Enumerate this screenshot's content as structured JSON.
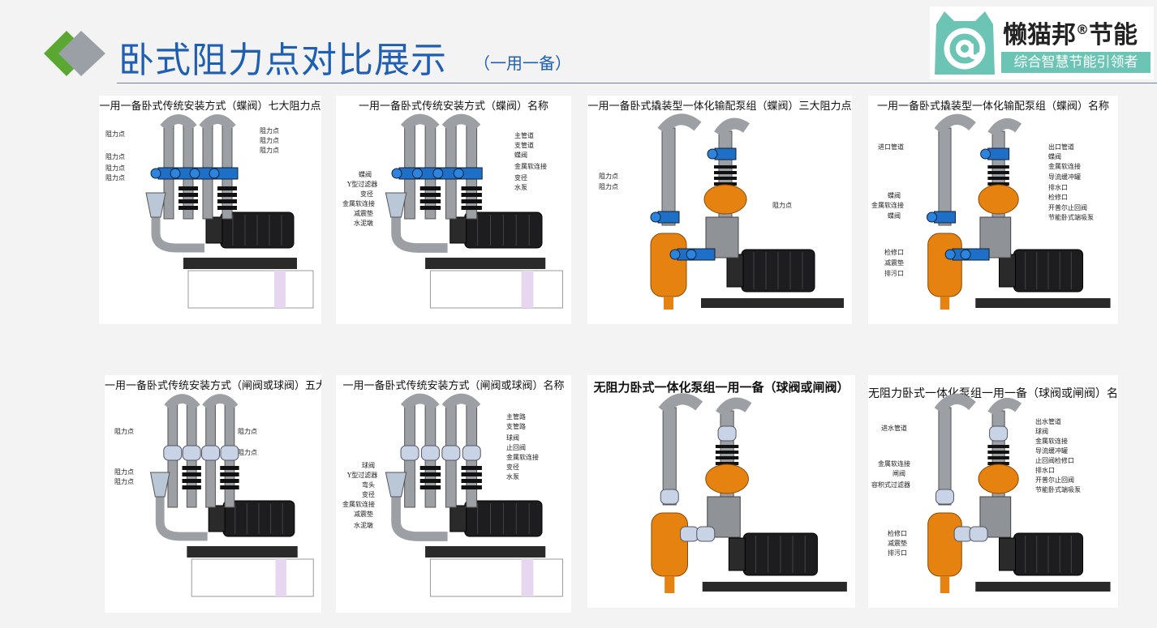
{
  "header": {
    "title": "卧式阻力点对比展示",
    "subtitle": "（一用一备）"
  },
  "brand": {
    "name": "懒猫邦",
    "reg": "®",
    "name2": "节能",
    "slogan": "综合智慧节能引领者"
  },
  "colors": {
    "accent_green": "#5aa832",
    "accent_grey": "#9aa0a6",
    "title_blue": "#1f5fb3",
    "valve_blue": "#1e6fc8",
    "tank_orange": "#e6820f"
  },
  "panels": [
    {
      "caption": "一用一备卧式传统安装方式（蝶阀）七大阻力点",
      "left_labels": [
        "阻力点",
        "阻力点",
        "阻力点",
        "阻力点"
      ],
      "right_labels": [
        "阻力点",
        "阻力点",
        "阻力点"
      ]
    },
    {
      "caption": "一用一备卧式传统安装方式（蝶阀）名称",
      "left_labels": [
        "蝶阀",
        "Y型过滤器",
        "变径",
        "金属软连接",
        "减震垫",
        "水泥墩"
      ],
      "right_labels": [
        "主管道",
        "支管道",
        "蝶阀",
        "金属软连接",
        "变径",
        "水泵"
      ]
    },
    {
      "caption": "一用一备卧式撬装型一体化输配泵组（蝶阀）三大阻力点",
      "left_labels": [
        "阻力点",
        "阻力点"
      ],
      "right_labels": [
        "阻力点"
      ]
    },
    {
      "caption": "一用一备卧式撬装型一体化输配泵组（蝶阀）名称",
      "left_labels": [
        "进口管道",
        "蝶阀",
        "金属软连接",
        "蝶阀",
        "检修口",
        "减震垫",
        "排污口"
      ],
      "right_labels": [
        "出口管道",
        "蝶阀",
        "金属软连接",
        "导流缓冲罐",
        "排水口",
        "检修口",
        "开普尔止回阀",
        "节能卧式端吸泵"
      ]
    },
    {
      "caption": "一用一备卧式传统安装方式（闸阀或球阀）五大阻力点",
      "left_labels": [
        "阻力点",
        "阻力点",
        "阻力点"
      ],
      "right_labels": [
        "阻力点",
        "阻力点"
      ]
    },
    {
      "caption": "一用一备卧式传统安装方式（闸阀或球阀）名称",
      "left_labels": [
        "球阀",
        "Y型过滤器",
        "弯头",
        "变径",
        "金属软连接",
        "减震垫",
        "水泥墩"
      ],
      "right_labels": [
        "主管路",
        "支管路",
        "球阀",
        "止回阀",
        "金属软连接",
        "变径",
        "水泵"
      ]
    },
    {
      "caption": "无阻力卧式一体化泵组一用一备（球阀或闸阀）",
      "left_labels": [],
      "right_labels": []
    },
    {
      "caption": "无阻力卧式一体化泵组一用一备（球阀或闸阀）名称",
      "left_labels": [
        "进水管道",
        "金属软连接",
        "闸阀",
        "容积式过滤器",
        "检修口",
        "减震垫",
        "排污口"
      ],
      "right_labels": [
        "出水管道",
        "球阀",
        "金属软连接",
        "导流缓冲罐",
        "止回阀检修口",
        "排水口",
        "开普尔止回阀",
        "节能卧式端吸泵"
      ]
    }
  ]
}
